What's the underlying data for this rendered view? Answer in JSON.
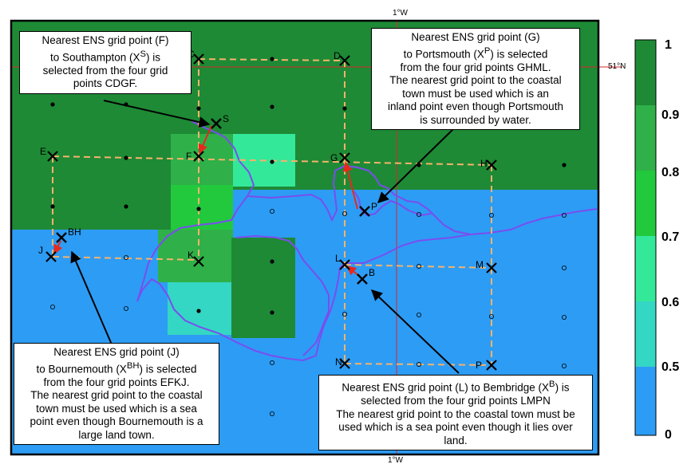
{
  "map": {
    "top_lon_label": "1°W",
    "bottom_lon_label": "1°W",
    "lat_label": "51°N",
    "colors": {
      "p100": "#1e8a35",
      "p90": "#2fb049",
      "p80": "#22c93d",
      "p70": "#34e89a",
      "p60": "#34d6c4",
      "p50": "#3ca9f5",
      "p40": "#2d9cf4",
      "coast": "#7a4df0",
      "frame": "#000000",
      "grid_red": "#d6282a",
      "dash": "#f6b26b",
      "arrow_red": "#e8281c"
    }
  },
  "grid_points": [
    {
      "name": "C",
      "label": "C"
    },
    {
      "name": "D",
      "label": "D"
    },
    {
      "name": "E",
      "label": "E"
    },
    {
      "name": "F",
      "label": "F"
    },
    {
      "name": "G",
      "label": "G"
    },
    {
      "name": "H",
      "label": "H"
    },
    {
      "name": "J",
      "label": "J"
    },
    {
      "name": "K",
      "label": "K"
    },
    {
      "name": "L",
      "label": "L"
    },
    {
      "name": "M",
      "label": "M"
    },
    {
      "name": "N",
      "label": "N"
    },
    {
      "name": "P",
      "label": "P"
    }
  ],
  "towns": [
    {
      "name": "southampton",
      "label": "S"
    },
    {
      "name": "portsmouth",
      "label": "P"
    },
    {
      "name": "bournemouth",
      "label": "BH"
    },
    {
      "name": "bembridge",
      "label": "B"
    }
  ],
  "annotations": {
    "southampton": [
      "Nearest ENS grid point (F)",
      "to Southampton (X^S) is",
      "selected from the four grid",
      "points CDGF."
    ],
    "portsmouth": [
      "Nearest ENS grid point (G)",
      "to Portsmouth (X^P) is selected",
      "from the four grid points GHML.",
      "The nearest grid point to the coastal",
      "town must be used which is an",
      "inland point even though Portsmouth",
      "is surrounded by water."
    ],
    "bournemouth": [
      "Nearest ENS grid point (J)",
      "to Bournemouth (X^BH) is selected",
      "from the four grid points EFKJ.",
      "The nearest grid point to the coastal",
      "town must be used which is a sea",
      "point even though Bournemouth is a",
      "large land town."
    ],
    "bembridge": [
      "Nearest ENS grid point (L) to Bembridge (X^B) is",
      "selected from the four grid points LMPN",
      "The nearest grid point to the coastal town must be",
      "used which is a sea point even though it lies over",
      "land."
    ]
  },
  "colorbar": {
    "ticks": [
      "1",
      "0.9",
      "0.8",
      "0.7",
      "0.6",
      "0.5",
      "0"
    ]
  }
}
